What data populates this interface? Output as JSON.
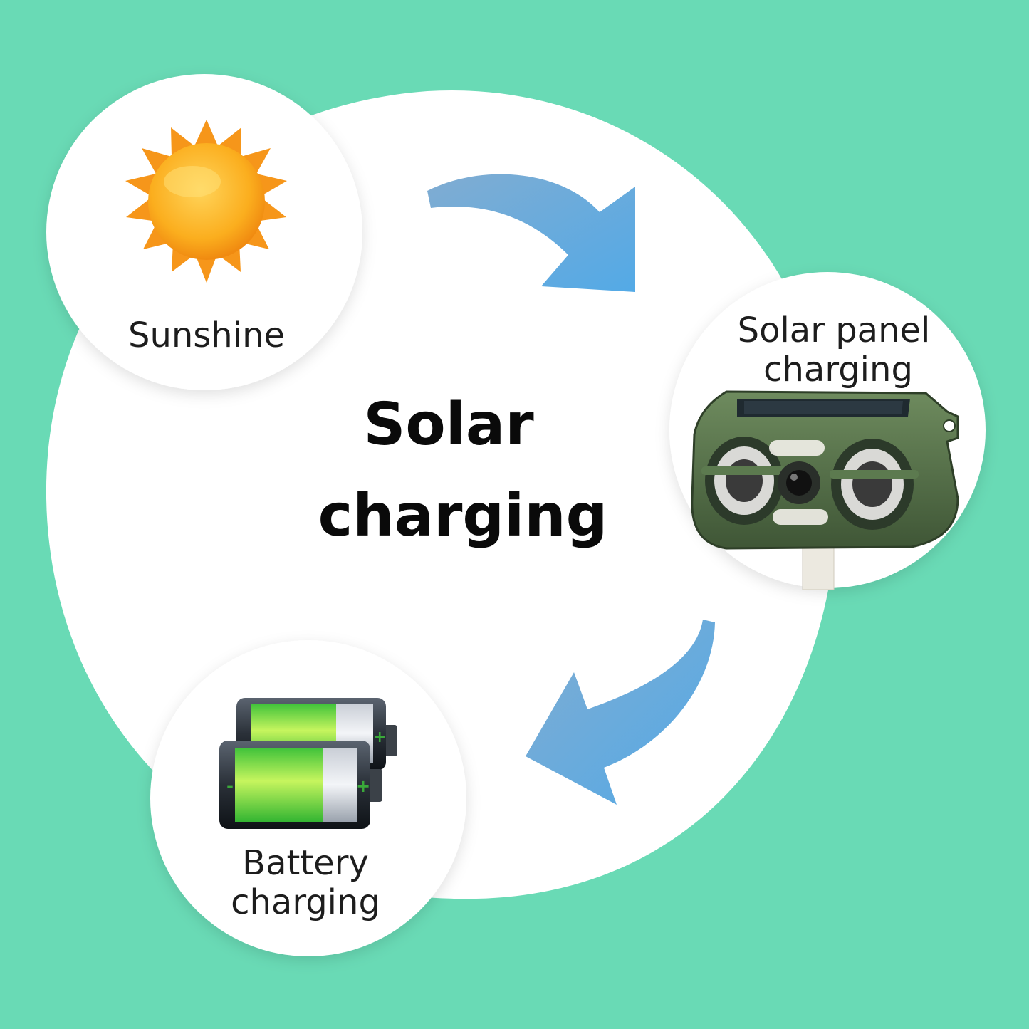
{
  "title": {
    "line1": "Solar",
    "line2": "charging"
  },
  "nodes": {
    "sunshine": {
      "label": "Sunshine",
      "icon": "sun-icon"
    },
    "solar_panel": {
      "label_line1": "Solar panel",
      "label_line2": "charging",
      "icon": "solar-repeller-device-icon"
    },
    "battery": {
      "label_line1": "Battery",
      "label_line2": "charging",
      "icon": "battery-icon"
    }
  },
  "colors": {
    "background": "#69dab5",
    "circle": "#ffffff",
    "arrow": "#5aa7de",
    "sun": "#f7a21c",
    "battery_fill": "#6be24a",
    "device": "#55704a"
  }
}
